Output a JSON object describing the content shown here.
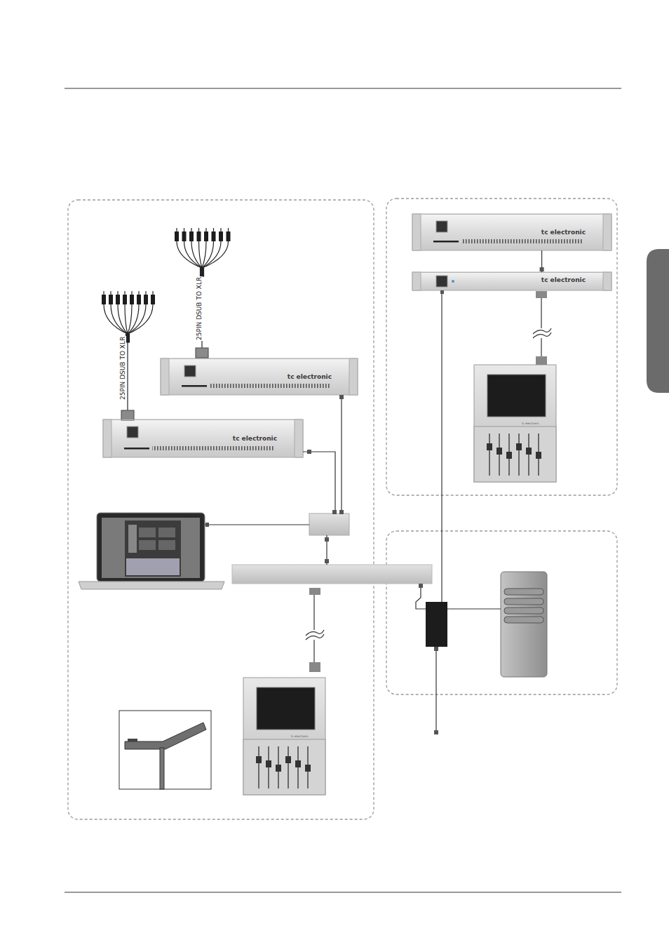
{
  "diagram": {
    "nodes": [
      {
        "text": [
          "tc electronic"
        ]
      },
      {
        "text": [
          "tc electronic"
        ]
      },
      {
        "text": [
          "tc electronic"
        ]
      },
      {
        "text": [
          "tc electronic"
        ]
      }
    ],
    "edges": [
      {
        "from": 0,
        "to": 1,
        "arrow": "none"
      }
    ],
    "labels": [
      "25PIN DSUB TO XLR",
      "25PIN DSUB TO XLR",
      "tc electronic",
      "tc electronic"
    ]
  }
}
